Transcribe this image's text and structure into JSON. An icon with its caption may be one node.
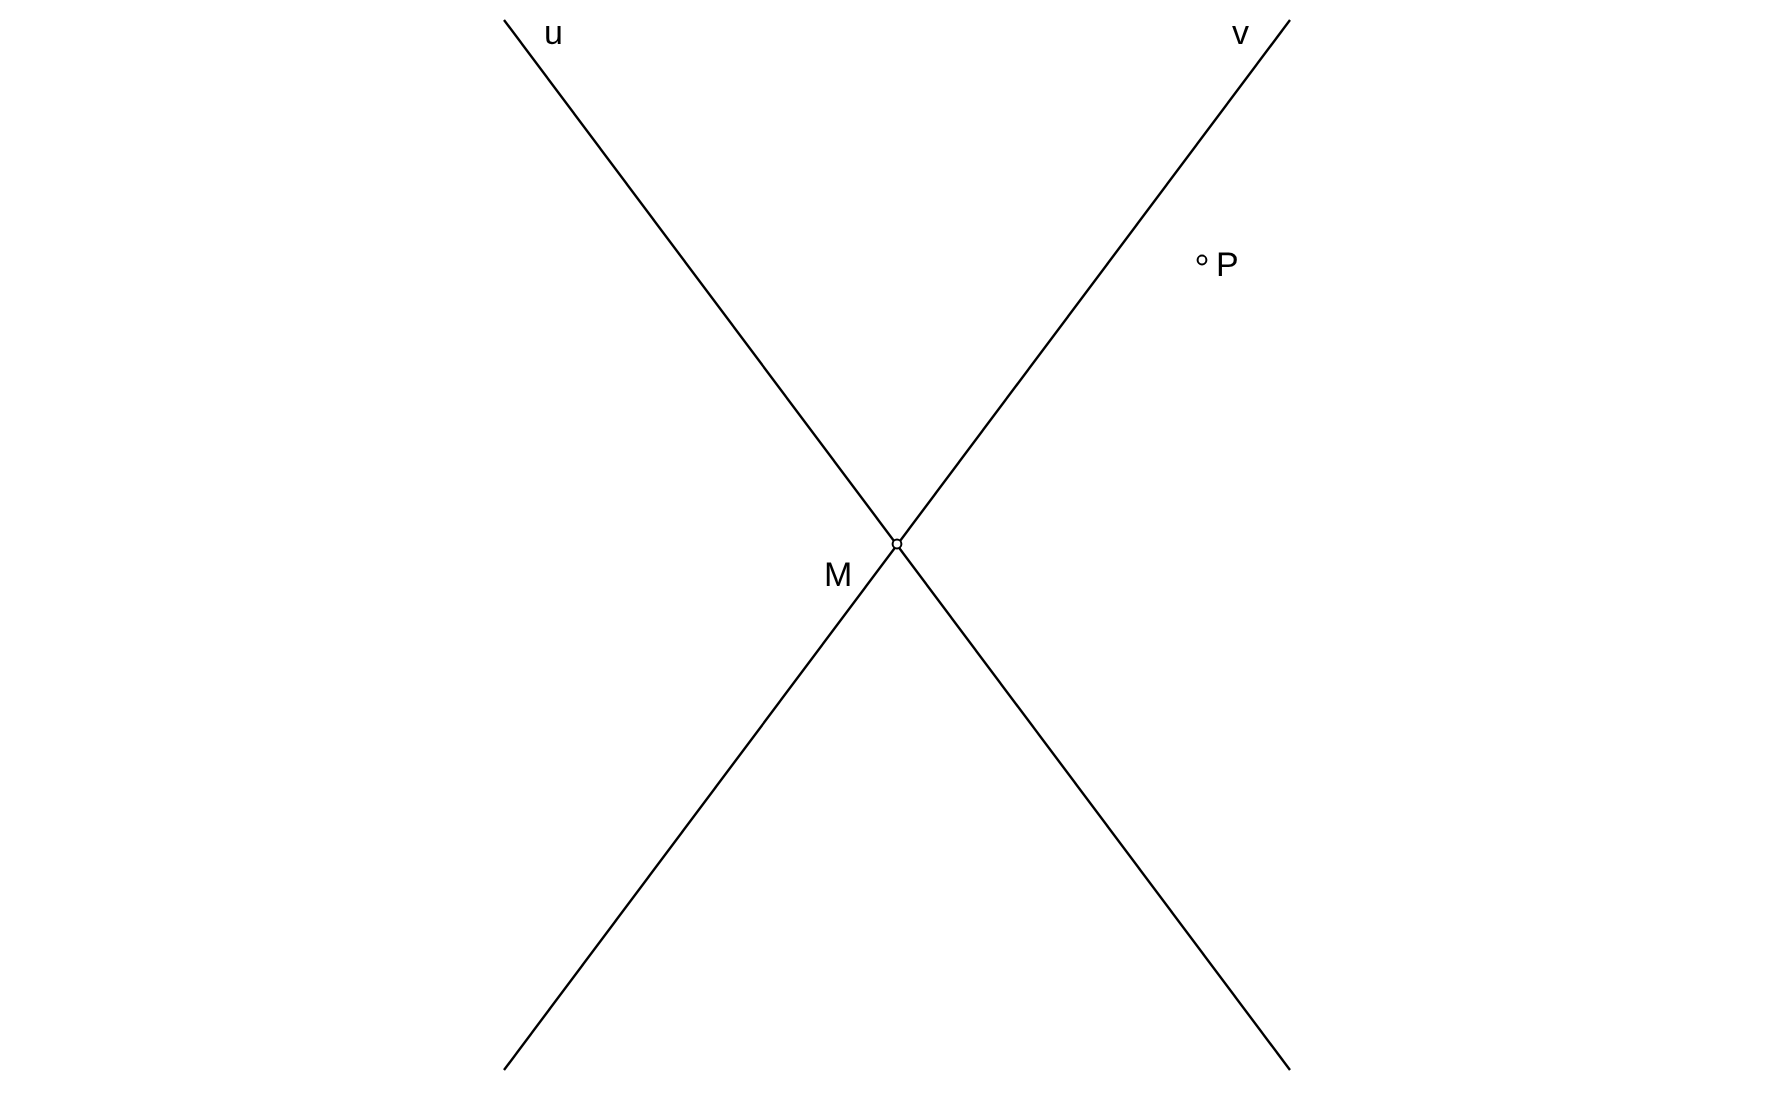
{
  "diagram": {
    "labels": [
      "u",
      "v",
      "P",
      "M"
    ]
  }
}
